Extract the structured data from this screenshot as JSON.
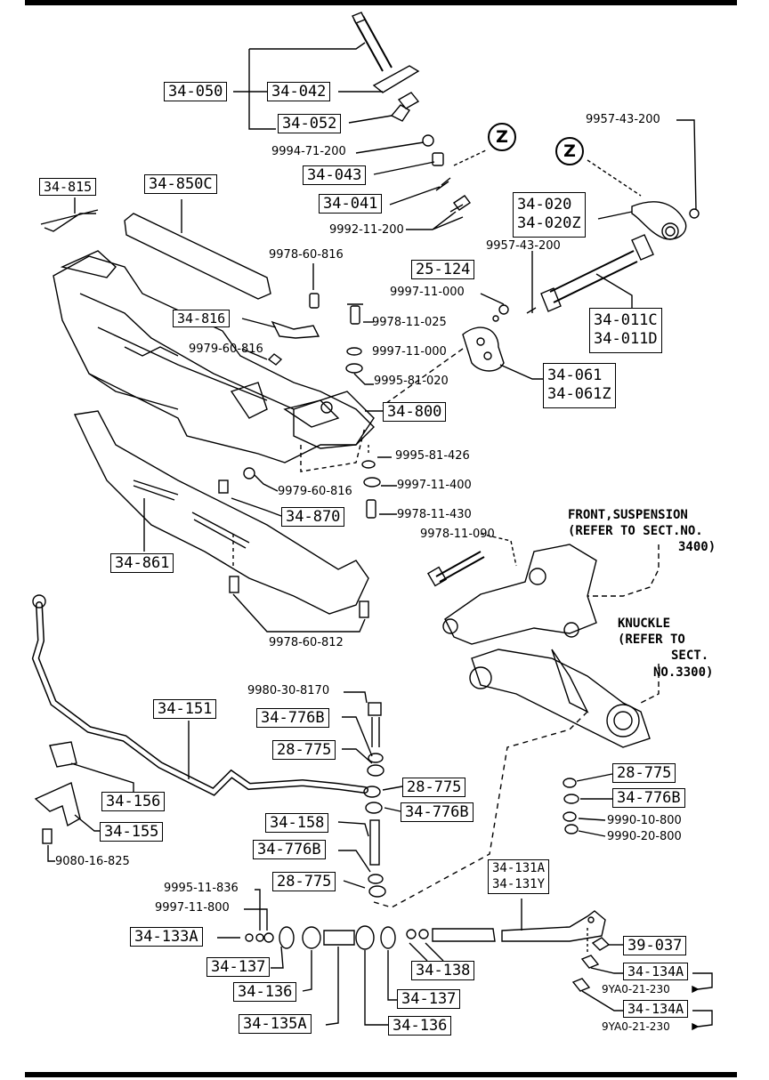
{
  "parts": {
    "p34_050": "34-050",
    "p34_042": "34-042",
    "p34_052": "34-052",
    "p9994_71_200": "9994-71-200",
    "p34_043": "34-043",
    "p34_041": "34-041",
    "p9992_11_200": "9992-11-200",
    "p9957_43_200_a": "9957-43-200",
    "p34_020": "34-020",
    "p34_020Z": "34-020Z",
    "p9957_43_200_b": "9957-43-200",
    "p34_815": "34-815",
    "p34_850C": "34-850C",
    "p9978_60_816": "9978-60-816",
    "p25_124": "25-124",
    "p9997_11_000_a": "9997-11-000",
    "p34_011C": "34-011C",
    "p34_011D": "34-011D",
    "p34_816": "34-816",
    "p9978_11_025": "9978-11-025",
    "p9979_60_816_a": "9979-60-816",
    "p9997_11_000_b": "9997-11-000",
    "p9995_81_020": "9995-81-020",
    "p34_061": "34-061",
    "p34_061Z": "34-061Z",
    "p34_800": "34-800",
    "p9995_81_426": "9995-81-426",
    "p9997_11_400": "9997-11-400",
    "p9979_60_816_b": "9979-60-816",
    "p34_870": "34-870",
    "p9978_11_430": "9978-11-430",
    "p9978_11_090": "9978-11-090",
    "p34_861": "34-861",
    "p9978_60_812": "9978-60-812",
    "p9980_30_8170": "9980-30-8170",
    "p34_151": "34-151",
    "p34_776B_a": "34-776B",
    "p28_775_a": "28-775",
    "p28_775_b": "28-775",
    "p34_776B_b": "34-776B",
    "p34_156": "34-156",
    "p34_155": "34-155",
    "p34_158": "34-158",
    "p34_776B_c": "34-776B",
    "p28_775_c": "28-775",
    "p9080_16_825": "9080-16-825",
    "p28_775_d": "28-775",
    "p34_776B_d": "34-776B",
    "p9990_10_800": "9990-10-800",
    "p9990_20_800": "9990-20-800",
    "p9995_11_836": "9995-11-836",
    "p9997_11_800": "9997-11-800",
    "p34_133A": "34-133A",
    "p34_137_a": "34-137",
    "p34_136_a": "34-136",
    "p34_135A": "34-135A",
    "p34_131A": "34-131A",
    "p34_131Y": "34-131Y",
    "p34_138": "34-138",
    "p34_137_b": "34-137",
    "p34_136_b": "34-136",
    "p39_037": "39-037",
    "p34_134A_a": "34-134A",
    "p9YA0_21_230_a": "9YA0-21-230",
    "p34_134A_b": "34-134A",
    "p9YA0_21_230_b": "9YA0-21-230"
  },
  "notes": {
    "front_suspension": [
      "FRONT,SUSPENSION",
      "(REFER TO SECT.NO.",
      "3400)"
    ],
    "knuckle": [
      "KNUCKLE",
      "(REFER TO",
      "SECT.",
      "NO.3300)"
    ],
    "zone_marker": "Z"
  }
}
